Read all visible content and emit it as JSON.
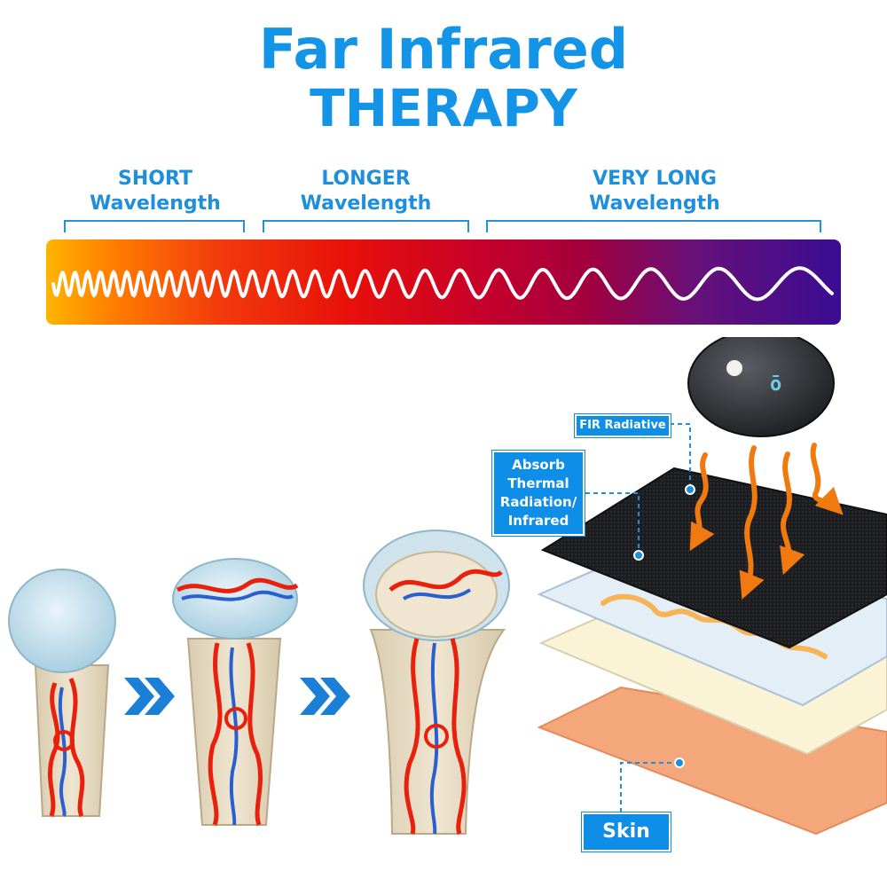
{
  "title": {
    "line1": "Far Infrared",
    "line2": "THERAPY"
  },
  "wavelengths": [
    {
      "line1": "SHORT",
      "line2": "Wavelength"
    },
    {
      "line1": "LONGER",
      "line2": "Wavelength"
    },
    {
      "line1": "VERY LONG",
      "line2": "Wavelength"
    }
  ],
  "labels": {
    "fir": "FIR Radiative",
    "absorb": [
      "Absorb",
      "Thermal",
      "Radiation/",
      "Infrared"
    ],
    "skin": "Skin"
  },
  "colors": {
    "accent": "#1494e6",
    "artery": "#e8200c",
    "vein": "#2a5fd0",
    "arrow": "#f07a10"
  }
}
